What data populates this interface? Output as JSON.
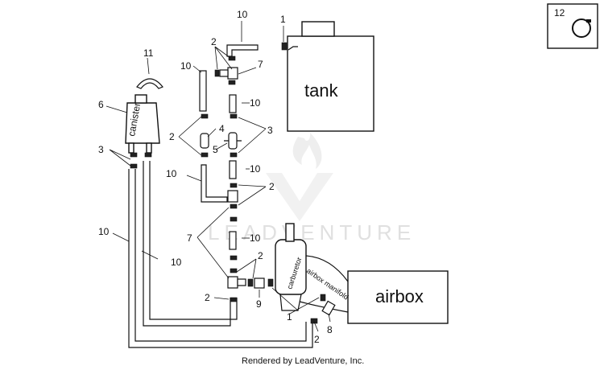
{
  "diagram": {
    "components": {
      "tank": "tank",
      "airbox": "airbox",
      "canister": "canister",
      "carburetor": "carburetor",
      "airbox_manifold": "airbox manifold"
    },
    "callouts": {
      "c1_top": "1",
      "c1_bottom": "1",
      "c2_a": "2",
      "c2_b": "2",
      "c2_c": "2",
      "c2_d": "2",
      "c2_e": "2",
      "c2_f": "2",
      "c3_left": "3",
      "c3_right": "3",
      "c4": "4",
      "c5": "5",
      "c6": "6",
      "c7_top": "7",
      "c7_bottom": "7",
      "c8": "8",
      "c9": "9",
      "c10_a": "10",
      "c10_b": "10",
      "c10_c": "10",
      "c10_d": "10",
      "c10_e": "10",
      "c10_f": "10",
      "c10_g": "10",
      "c10_h": "10",
      "c11": "11",
      "c12": "12"
    },
    "watermark": "LEADVENTURE",
    "credit": "Rendered by LeadVenture, Inc."
  }
}
